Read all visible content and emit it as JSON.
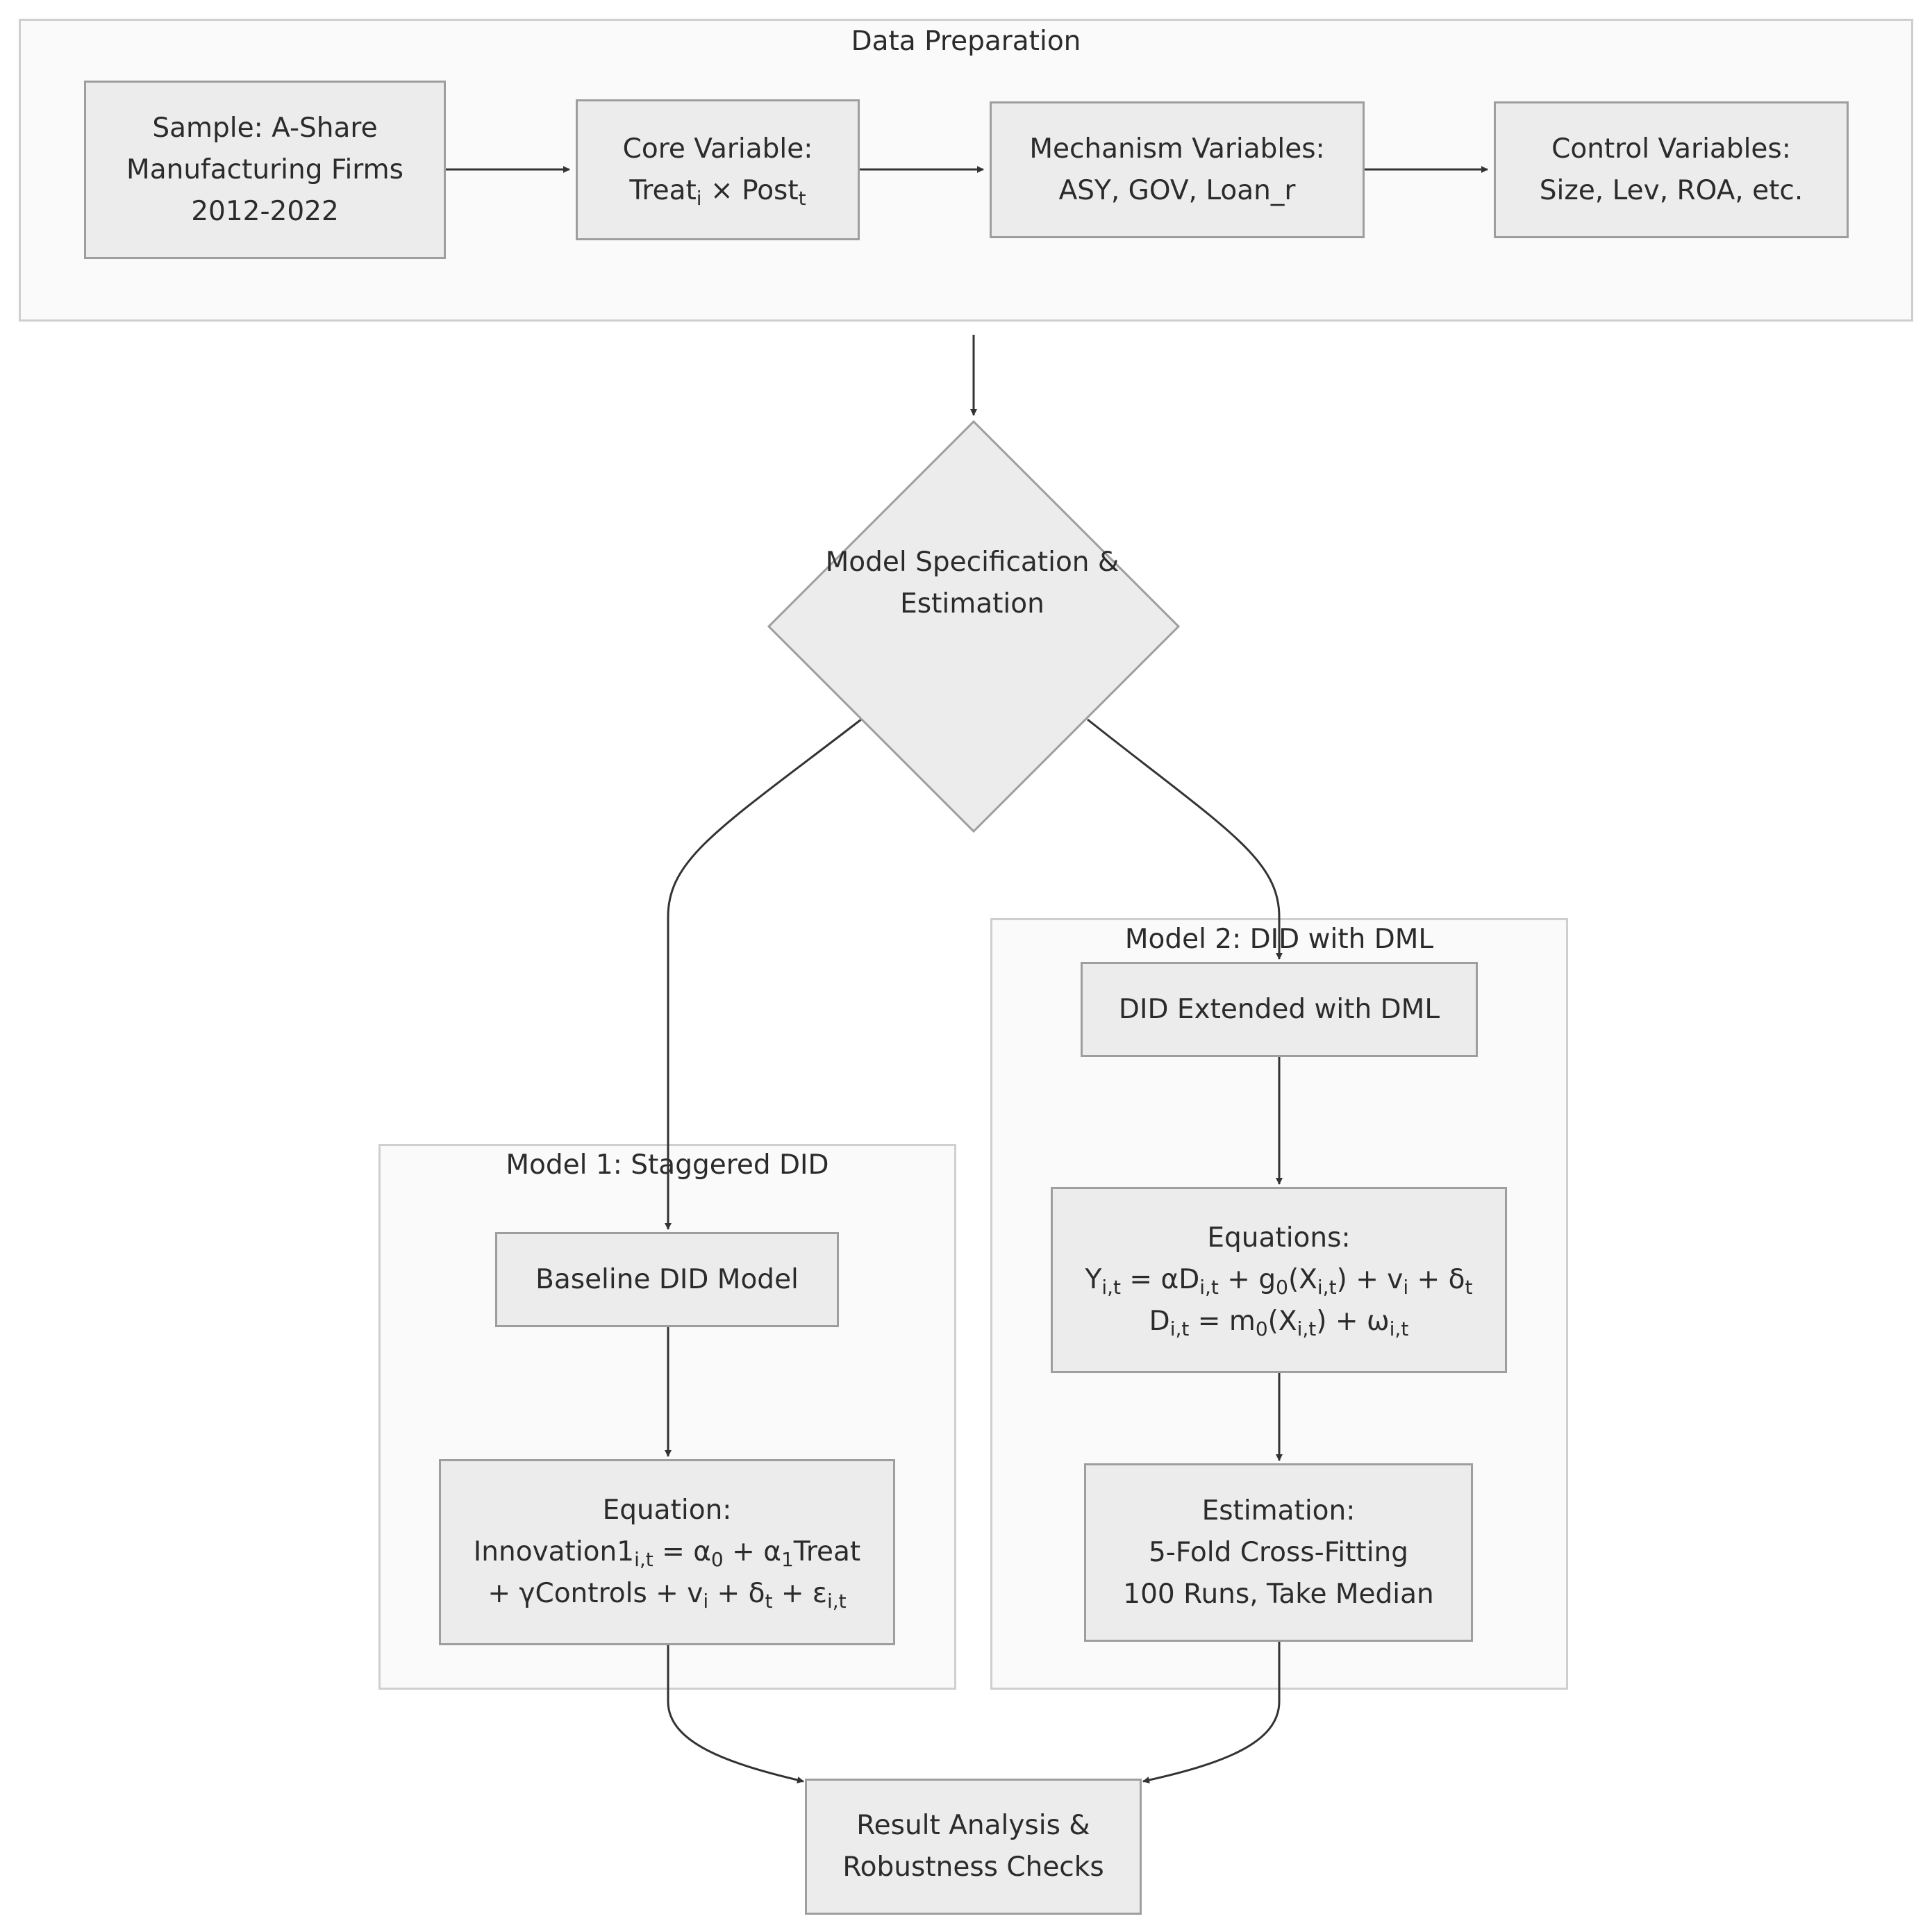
{
  "data_preparation": {
    "title": "Data Preparation",
    "sample": {
      "line1": "Sample: A-Share",
      "line2": "Manufacturing Firms",
      "line3": "2012-2022"
    },
    "core_variable": {
      "line1": "Core Variable:",
      "treat": "Treat",
      "treat_sub": "i",
      "times": " × ",
      "post": "Post",
      "post_sub": "t"
    },
    "mechanism_variables": {
      "line1": "Mechanism Variables:",
      "line2": "ASY, GOV, Loan_r"
    },
    "control_variables": {
      "line1": "Control Variables:",
      "line2": "Size, Lev, ROA, etc."
    }
  },
  "decision": {
    "line1": "Model Specification &",
    "line2": "Estimation"
  },
  "model1": {
    "title": "Model 1: Staggered DID",
    "baseline": "Baseline DID Model",
    "equation": {
      "line1": "Equation:",
      "l2_a": "Innovation1",
      "l2_a_sub": "i,t",
      "l2_b": " = α",
      "l2_b_sub": "0",
      "l2_c": " + α",
      "l2_c_sub": "1",
      "l2_d": "Treat",
      "l3_a": "+ γControls + v",
      "l3_a_sub": "i",
      "l3_b": " + δ",
      "l3_b_sub": "t",
      "l3_c": " + ε",
      "l3_c_sub": "i,t"
    }
  },
  "model2": {
    "title": "Model 2: DID with DML",
    "extended": "DID Extended with DML",
    "equations": {
      "line1": "Equations:",
      "l2_a": "Y",
      "l2_a_sub": "i,t",
      "l2_b": " = αD",
      "l2_b_sub": "i,t",
      "l2_c": " + g",
      "l2_c_sub": "0",
      "l2_d": "(X",
      "l2_d_sub": "i,t",
      "l2_e": ") + v",
      "l2_e_sub": "i",
      "l2_f": " + δ",
      "l2_f_sub": "t",
      "l3_a": "D",
      "l3_a_sub": "i,t",
      "l3_b": " = m",
      "l3_b_sub": "0",
      "l3_c": "(X",
      "l3_c_sub": "i,t",
      "l3_d": ") + ω",
      "l3_d_sub": "i,t"
    },
    "estimation": {
      "line1": "Estimation:",
      "line2": "5-Fold Cross-Fitting",
      "line3": "100 Runs, Take Median"
    }
  },
  "result": {
    "line1": "Result Analysis &",
    "line2": "Robustness Checks"
  },
  "colors": {
    "node_fill": "#ececec",
    "node_border": "#9e9e9e",
    "cluster_fill": "#fafafa",
    "cluster_border": "#cfcfcf",
    "edge": "#333333"
  }
}
